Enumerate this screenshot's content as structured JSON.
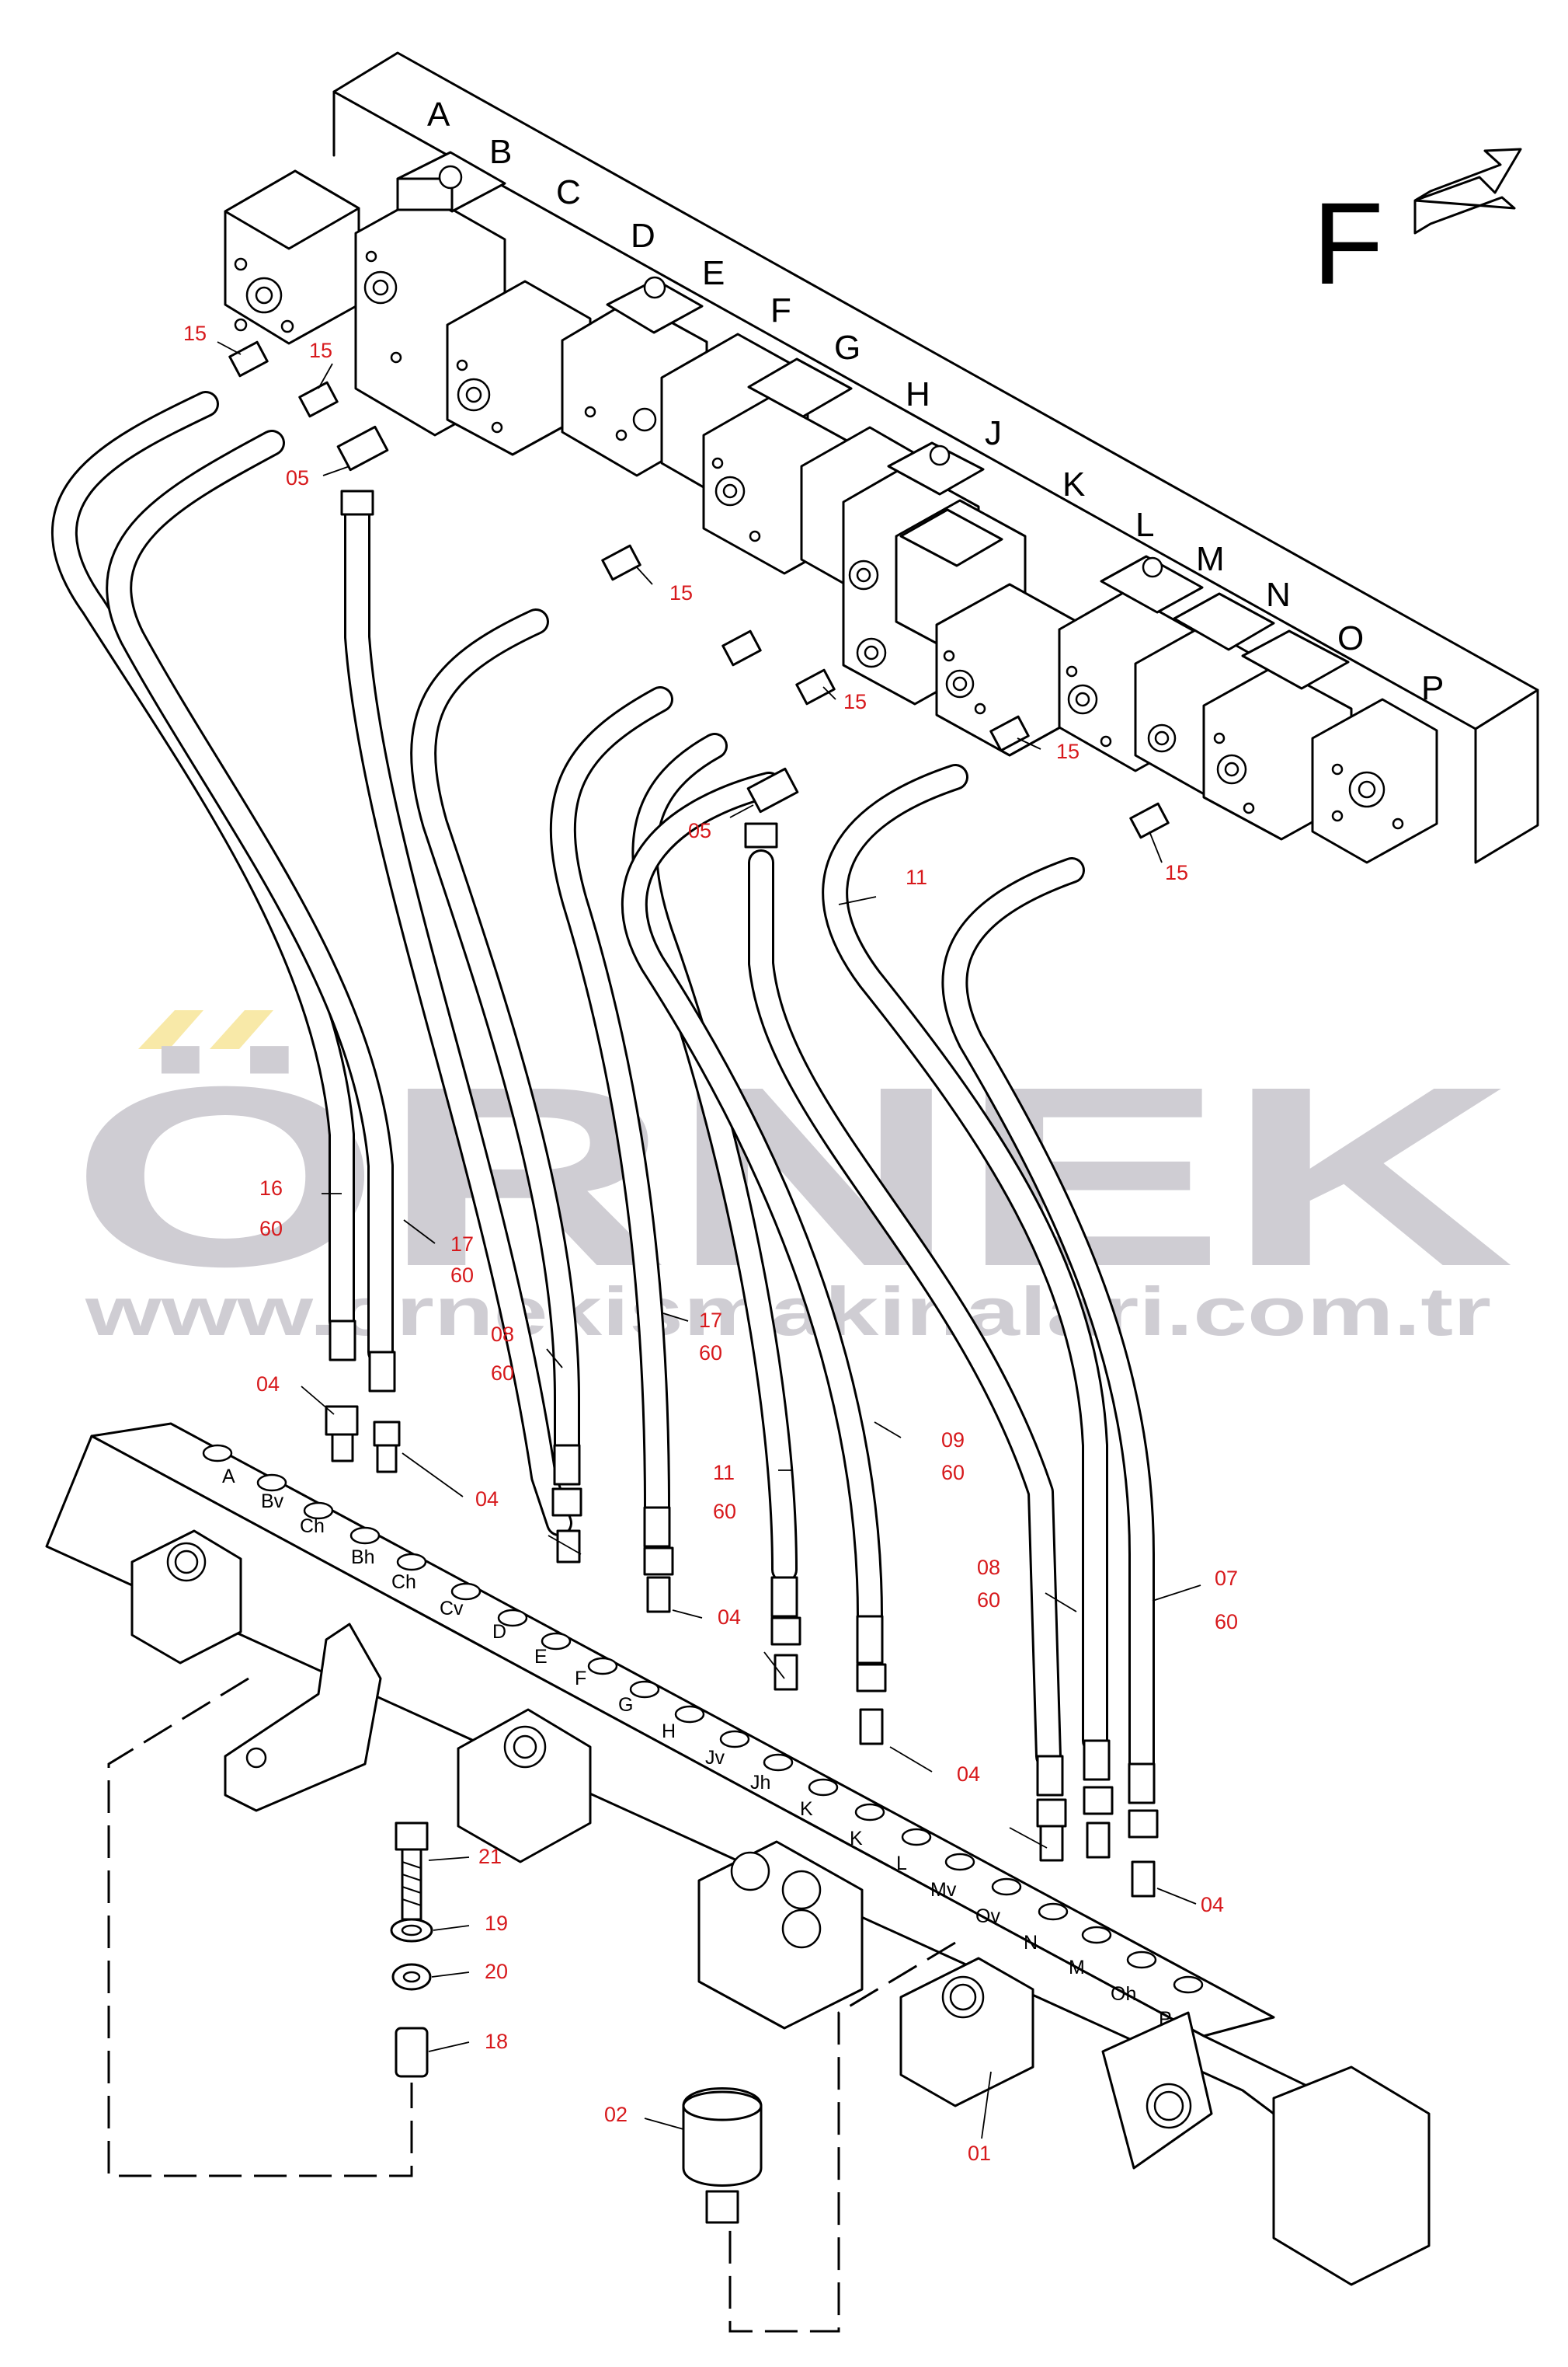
{
  "view_label": "F",
  "watermark": {
    "brand": "ÖRNEK",
    "url": "www.ornekismakinalari.com.tr",
    "brand_color": "#cfcdd3",
    "accent_color": "#f8e9a8"
  },
  "valve_labels": [
    "A",
    "B",
    "C",
    "D",
    "E",
    "F",
    "G",
    "H",
    "J",
    "K",
    "L",
    "M",
    "N",
    "O",
    "P"
  ],
  "port_labels": [
    "A",
    "Bv",
    "Ch",
    "Bh",
    "Ch",
    "Cv",
    "D",
    "E",
    "F",
    "G",
    "H",
    "Jv",
    "Jh",
    "K",
    "K",
    "L",
    "Mv",
    "Ov",
    "N",
    "M",
    "Oh",
    "P"
  ],
  "callouts": {
    "c15": "15",
    "c05": "05",
    "c11": "11",
    "c16": "16",
    "c60": "60",
    "c17": "17",
    "c08": "08",
    "c09": "09",
    "c07": "07",
    "c04": "04",
    "c21": "21",
    "c19": "19",
    "c20": "20",
    "c18": "18",
    "c02": "02",
    "c01": "01"
  },
  "colors": {
    "callout": "#d7191c",
    "line": "#000000"
  }
}
